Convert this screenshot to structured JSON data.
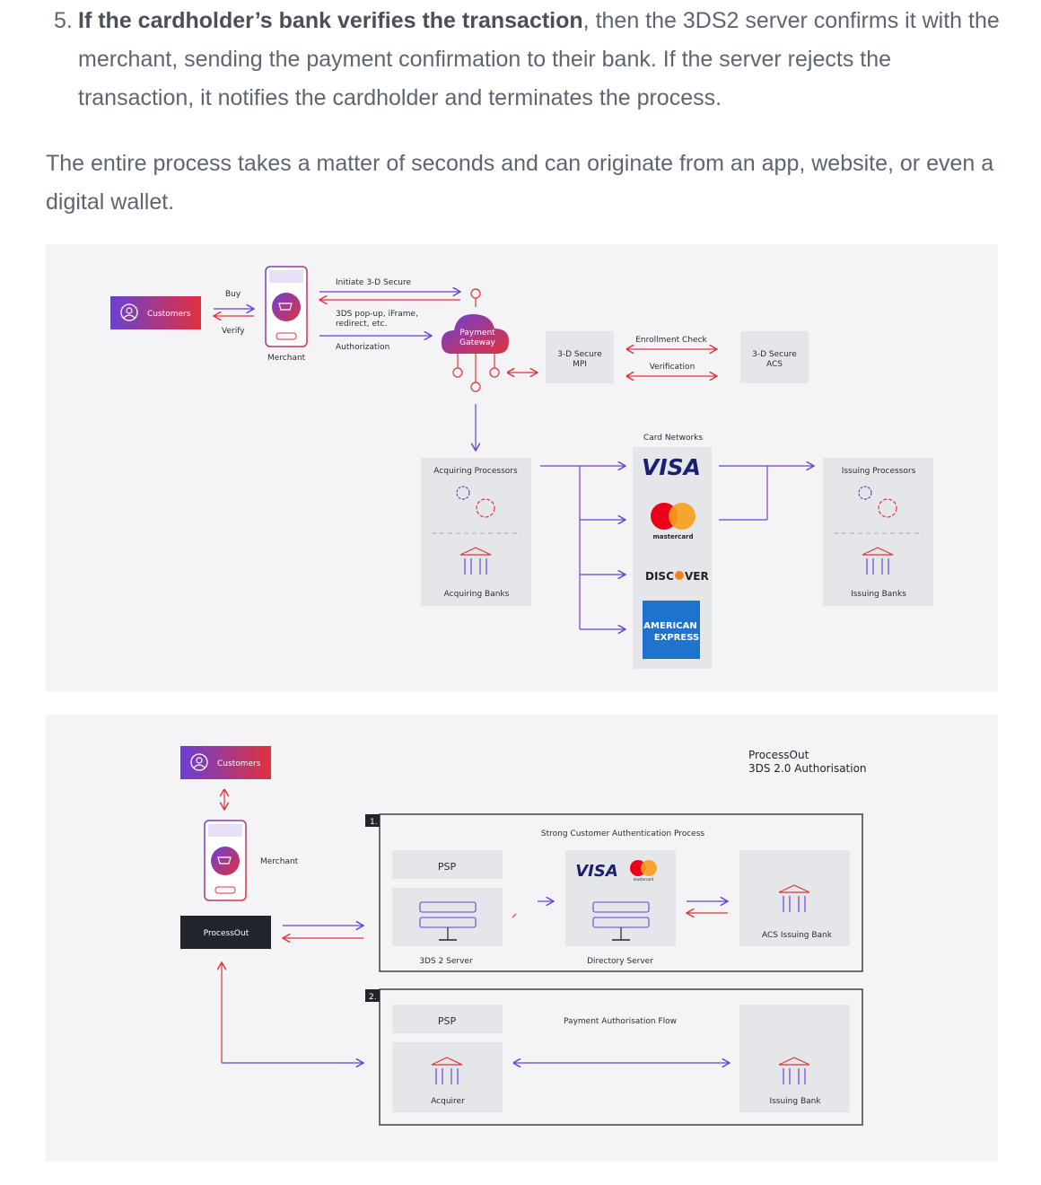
{
  "article": {
    "step_number": "5.",
    "step_bold": "If the cardholder’s bank verifies the transaction",
    "step_rest": ", then the 3DS2 server confirms it with the merchant, sending the payment confirmation to their bank. If the server rejects the transaction, it notifies the cardholder and terminates the process.",
    "summary": "The entire process takes a matter of seconds and can originate from an app, website, or even a digital wallet."
  },
  "diagram1": {
    "customers": "Customers",
    "buy": "Buy",
    "verify": "Verify",
    "merchant": "Merchant",
    "initiate": "Initiate 3-D Secure",
    "popup_line1": "3DS pop-up, iFrame,",
    "popup_line2": "redirect, etc.",
    "authorization": "Authorization",
    "gateway_line1": "Payment",
    "gateway_line2": "Gateway",
    "mpi_line1": "3-D Secure",
    "mpi_line2": "MPI",
    "enrollment": "Enrollment Check",
    "verification": "Verification",
    "acs_line1": "3-D Secure",
    "acs_line2": "ACS",
    "card_networks": "Card Networks",
    "acquiring_processors": "Acquiring Processors",
    "acquiring_banks": "Acquiring Banks",
    "issuing_processors": "Issuing Processors",
    "issuing_banks": "Issuing Banks",
    "visa": "VISA",
    "mastercard": "mastercard",
    "discover_a": "DISC",
    "discover_b": "VER",
    "amex_line1": "AMERICAN",
    "amex_line2": "EXPRESS"
  },
  "diagram2": {
    "customers": "Customers",
    "merchant": "Merchant",
    "processout": "ProcessOut",
    "title_line1": "ProcessOut",
    "title_line2": "3DS 2.0 Authorisation",
    "step1": "1.",
    "sca": "Strong Customer Authentication Process",
    "psp": "PSP",
    "server_3ds": "3DS 2 Server",
    "directory_server": "Directory Server",
    "acs_bank": "ACS Issuing Bank",
    "visa": "VISA",
    "mastercard": "mastercard",
    "step2": "2.",
    "psp2": "PSP",
    "payment_flow": "Payment Authorisation Flow",
    "acquirer": "Acquirer",
    "issuing_bank": "Issuing Bank"
  },
  "colors": {
    "purple": "#6b3fd4",
    "red": "#e0323c",
    "panel": "#f4f4f6",
    "box": "#e4e6ea",
    "dark": "#22242c"
  }
}
